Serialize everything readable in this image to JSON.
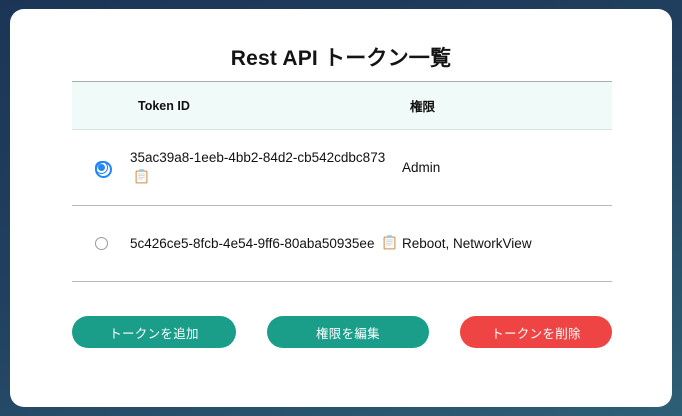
{
  "page": {
    "title": "Rest API トークン一覧",
    "background_gradient_from": "#1c3557",
    "background_gradient_to": "#2d5f76",
    "card_background": "#ffffff"
  },
  "table": {
    "header_background": "#f0faf8",
    "columns": [
      {
        "key": "select",
        "label": ""
      },
      {
        "key": "token_id",
        "label": "Token ID"
      },
      {
        "key": "permission",
        "label": "権限"
      }
    ],
    "rows": [
      {
        "selected": true,
        "token_id": "35ac39a8-1eeb-4bb2-84d2-cb542cdbc873",
        "permission": "Admin",
        "copy_icon": "clipboard-icon"
      },
      {
        "selected": false,
        "token_id": "5c426ce5-8fcb-4e54-9ff6-80aba50935ee",
        "permission": "Reboot, NetworkView",
        "copy_icon": "clipboard-icon"
      }
    ]
  },
  "actions": {
    "add_token": {
      "label": "トークンを追加",
      "color": "#1a9e8a"
    },
    "edit_permission": {
      "label": "権限を編集",
      "color": "#1a9e8a"
    },
    "delete_token": {
      "label": "トークンを削除",
      "color": "#ef4444"
    }
  },
  "colors": {
    "radio_selected": "#2186ff",
    "radio_unselected_border": "#9a9a9a",
    "row_divider": "#b9b9b9",
    "text_primary": "#111111"
  }
}
